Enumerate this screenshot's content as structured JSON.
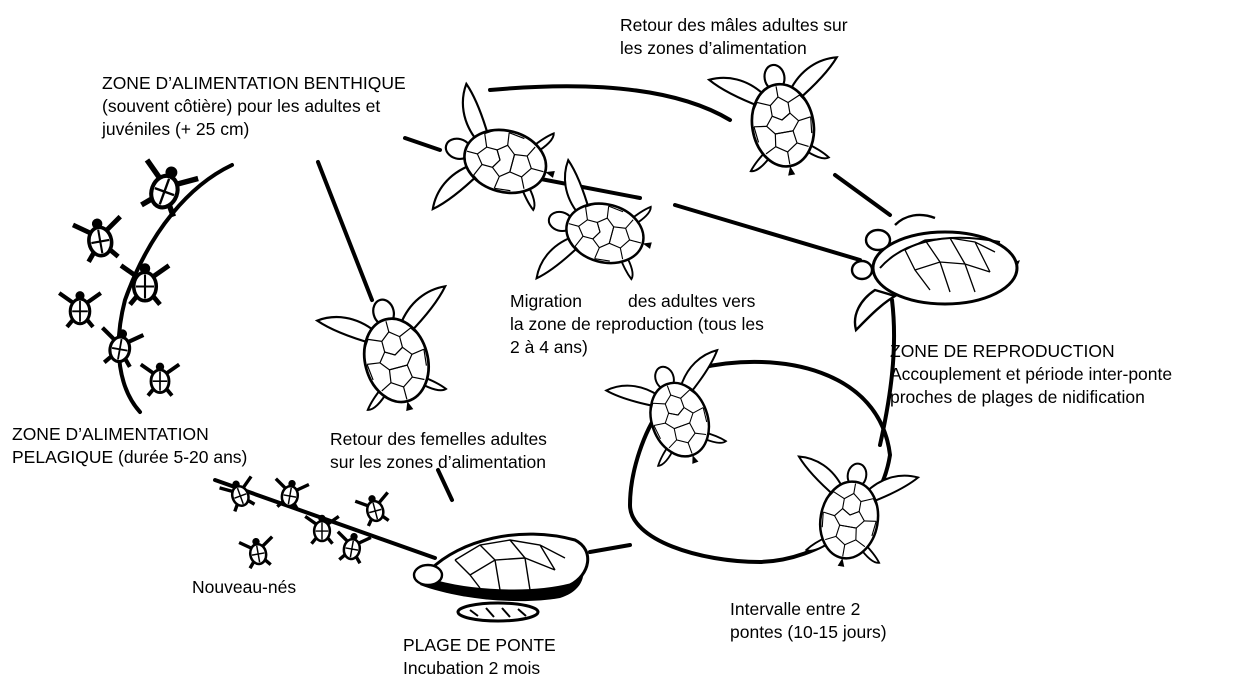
{
  "labels": {
    "benthic_feeding": {
      "line1": "ZONE D’ALIMENTATION BENTHIQUE",
      "line2": "(souvent côtière) pour les adultes et",
      "line3": "juvéniles (+ 25 cm)"
    },
    "males_return": {
      "line1": "Retour des mâles adultes sur",
      "line2": "les zones d’alimentation"
    },
    "migration": {
      "word1": "Migration",
      "word2": "des adultes vers",
      "line2": "la zone de reproduction (tous les",
      "line3": "2 à 4 ans)"
    },
    "reproduction_zone": {
      "line1": "ZONE DE REPRODUCTION",
      "line2": "Accouplement et période inter-ponte",
      "line3": "proches de plages de nidification"
    },
    "pelagic_feeding": {
      "line1": "ZONE D’ALIMENTATION",
      "line2": "PELAGIQUE  (durée 5-20 ans)"
    },
    "females_return": {
      "line1": "Retour des femelles adultes",
      "line2": "sur les zones d’alimentation"
    },
    "hatchlings": "Nouveau-nés",
    "nesting_beach": {
      "line1": "PLAGE DE PONTE",
      "line2": "Incubation 2 mois"
    },
    "internesting": {
      "line1": "Intervalle entre 2",
      "line2": "pontes (10-15 jours)"
    }
  },
  "icons": [
    "sea-turtle-icon",
    "mating-turtles-icon",
    "nesting-turtle-icon",
    "hatchling-turtle-icon"
  ],
  "colors": {
    "ink": "#000000",
    "background": "#ffffff"
  }
}
